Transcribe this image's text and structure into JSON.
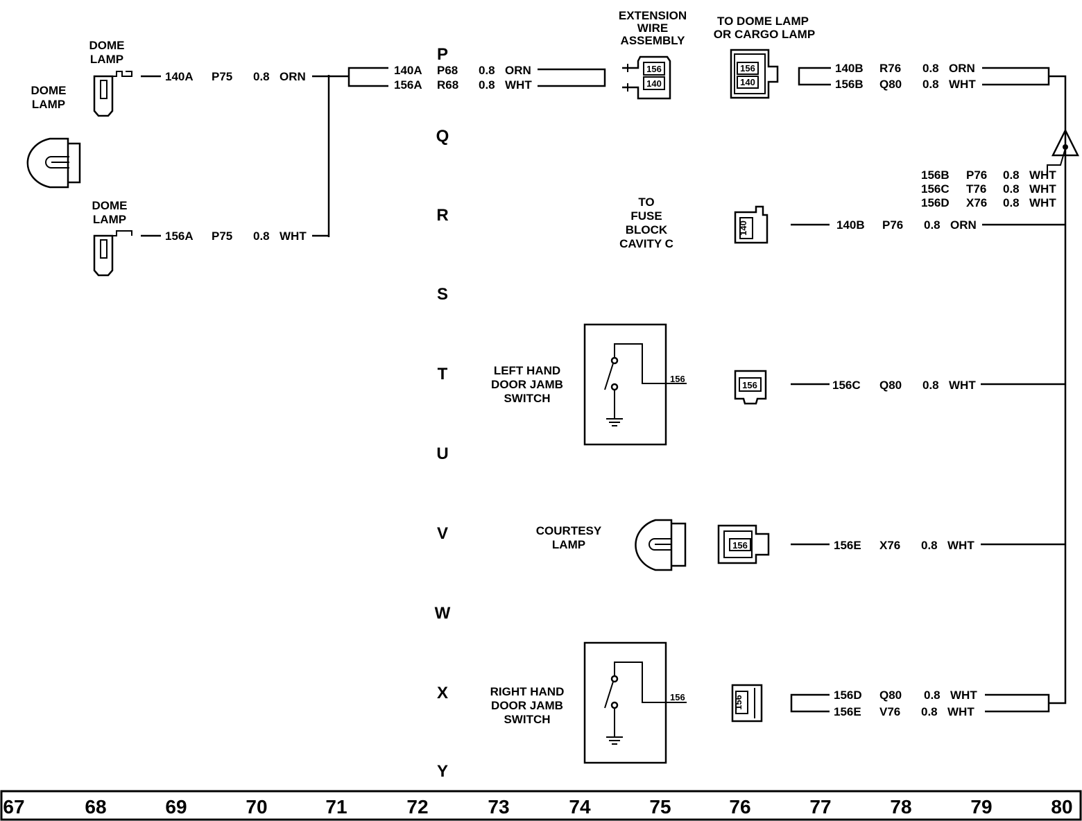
{
  "rows": [
    "P",
    "Q",
    "R",
    "S",
    "T",
    "U",
    "V",
    "W",
    "X",
    "Y"
  ],
  "grid": [
    "67",
    "68",
    "69",
    "70",
    "71",
    "72",
    "73",
    "74",
    "75",
    "76",
    "77",
    "78",
    "79",
    "80"
  ],
  "components": {
    "dome_lamp_main": [
      "DOME",
      "LAMP"
    ],
    "dome_lamp_upper": [
      "DOME",
      "LAMP"
    ],
    "dome_lamp_lower": [
      "DOME",
      "LAMP"
    ],
    "extension": [
      "EXTENSION",
      "WIRE",
      "ASSEMBLY"
    ],
    "to_dome_cargo": [
      "TO DOME  LAMP",
      "OR CARGO  LAMP"
    ],
    "fuse_block": [
      "TO",
      "FUSE",
      "BLOCK",
      "CAVITY  C"
    ],
    "left_switch": [
      "LEFT  HAND",
      "DOOR  JAMB",
      "SWITCH"
    ],
    "courtesy": [
      "COURTESY",
      "LAMP"
    ],
    "right_switch": [
      "RIGHT  HAND",
      "DOOR  JAMB",
      "SWITCH"
    ]
  },
  "pins": {
    "ext_top": "156",
    "ext_bot": "140",
    "dome_top": "156",
    "dome_bot": "140",
    "fuse": "140",
    "left": "156",
    "courtesy": "156",
    "right": "156",
    "left_switch_term": "156",
    "right_switch_term": "156"
  },
  "wires": {
    "w1": {
      "circuit": "140A",
      "loc": "P75",
      "gauge": "0.8",
      "color": "ORN"
    },
    "w2": {
      "circuit": "156A",
      "loc": "P75",
      "gauge": "0.8",
      "color": "WHT"
    },
    "w3": {
      "circuit": "140A",
      "loc": "P68",
      "gauge": "0.8",
      "color": "ORN"
    },
    "w4": {
      "circuit": "156A",
      "loc": "R68",
      "gauge": "0.8",
      "color": "WHT"
    },
    "w5": {
      "circuit": "140B",
      "loc": "R76",
      "gauge": "0.8",
      "color": "ORN"
    },
    "w6": {
      "circuit": "156B",
      "loc": "Q80",
      "gauge": "0.8",
      "color": "WHT"
    },
    "w7": {
      "circuit": "156B",
      "loc": "P76",
      "gauge": "0.8",
      "color": "WHT"
    },
    "w8": {
      "circuit": "156C",
      "loc": "T76",
      "gauge": "0.8",
      "color": "WHT"
    },
    "w9": {
      "circuit": "156D",
      "loc": "X76",
      "gauge": "0.8",
      "color": "WHT"
    },
    "w10": {
      "circuit": "140B",
      "loc": "P76",
      "gauge": "0.8",
      "color": "ORN"
    },
    "w11": {
      "circuit": "156C",
      "loc": "Q80",
      "gauge": "0.8",
      "color": "WHT"
    },
    "w12": {
      "circuit": "156E",
      "loc": "X76",
      "gauge": "0.8",
      "color": "WHT"
    },
    "w13": {
      "circuit": "156D",
      "loc": "Q80",
      "gauge": "0.8",
      "color": "WHT"
    },
    "w14": {
      "circuit": "156E",
      "loc": "V76",
      "gauge": "0.8",
      "color": "WHT"
    }
  }
}
